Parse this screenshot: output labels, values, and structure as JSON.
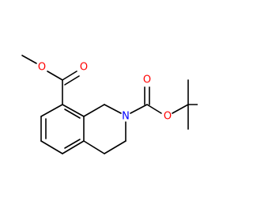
{
  "colors": {
    "bond": "#000000",
    "oxygen": "#ff0000",
    "nitrogen": "#0000ff"
  },
  "atoms": {
    "o_methoxy": "O",
    "o_ester_carbonyl": "O",
    "n_ring": "N",
    "o_carbamate_carbonyl": "O",
    "o_tert_butoxy": "O"
  }
}
